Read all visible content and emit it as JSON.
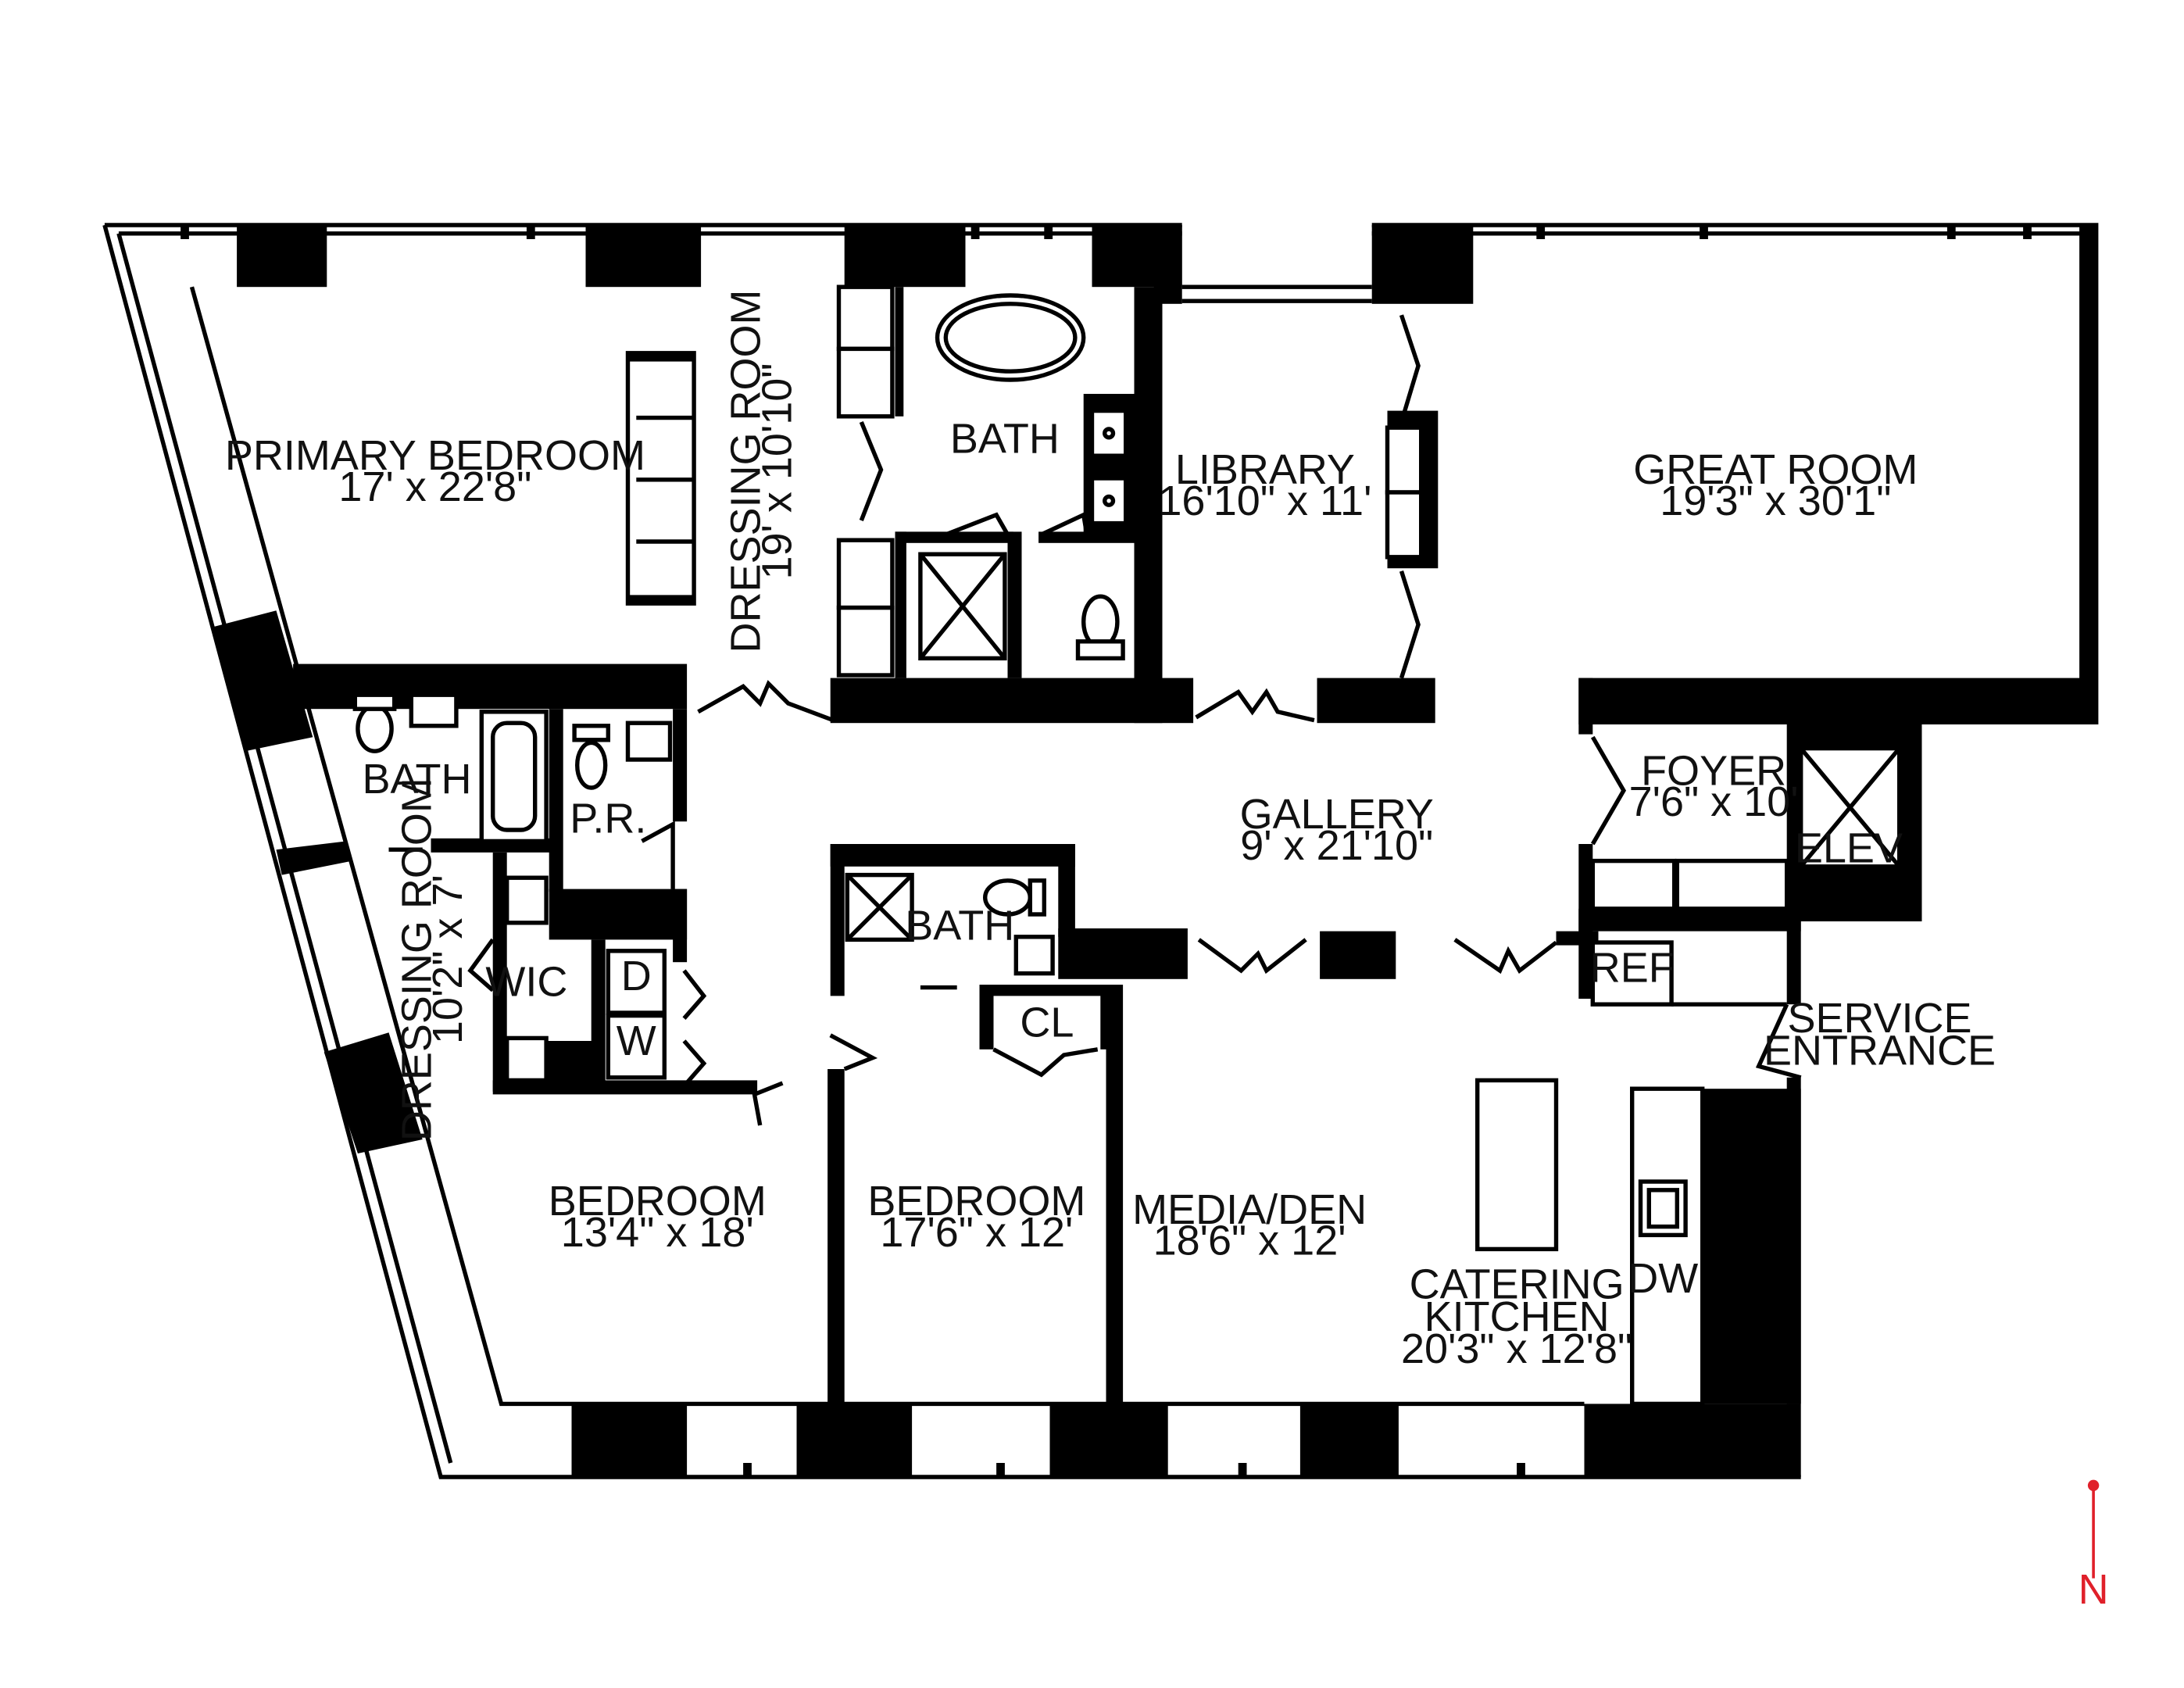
{
  "floorplan": {
    "rooms": [
      {
        "id": "primary-bedroom",
        "name": "PRIMARY BEDROOM",
        "size": "17' x 22'8\""
      },
      {
        "id": "dressing-room-1",
        "name": "DRESSING ROOM",
        "size": "19' x 10'10\""
      },
      {
        "id": "primary-bath",
        "name": "BATH"
      },
      {
        "id": "library",
        "name": "LIBRARY",
        "size": "16'10\" x 11'"
      },
      {
        "id": "great-room",
        "name": "GREAT ROOM",
        "size": "19'3\" x 30'1\""
      },
      {
        "id": "bath-west",
        "name": "BATH"
      },
      {
        "id": "powder-room",
        "name": "P.R."
      },
      {
        "id": "dressing-room-2",
        "name": "DRESSING ROOM",
        "size": "10'2\" x 7'"
      },
      {
        "id": "wic",
        "name": "WIC"
      },
      {
        "id": "dryer",
        "name": "D"
      },
      {
        "id": "washer",
        "name": "W"
      },
      {
        "id": "gallery",
        "name": "GALLERY",
        "size": "9' x 21'10\""
      },
      {
        "id": "bath-center",
        "name": "BATH"
      },
      {
        "id": "closet",
        "name": "CL"
      },
      {
        "id": "foyer",
        "name": "FOYER",
        "size": "7'6\" x 10'"
      },
      {
        "id": "elevator",
        "name": "ELEV"
      },
      {
        "id": "refrigerator",
        "name": "REF"
      },
      {
        "id": "service-entrance",
        "name": "SERVICE",
        "name2": "ENTRANCE"
      },
      {
        "id": "bedroom-1",
        "name": "BEDROOM",
        "size": "13'4\" x 18'"
      },
      {
        "id": "bedroom-2",
        "name": "BEDROOM",
        "size": "17'6\" x 12'"
      },
      {
        "id": "media-den",
        "name": "MEDIA/DEN",
        "size": "18'6\" x 12'"
      },
      {
        "id": "catering-kitchen",
        "name": "CATERING",
        "name2": "KITCHEN",
        "size": "20'3\" x 12'8\""
      },
      {
        "id": "dishwasher",
        "name": "DW"
      }
    ],
    "compass": {
      "label": "N",
      "color": "#e0202a"
    }
  }
}
